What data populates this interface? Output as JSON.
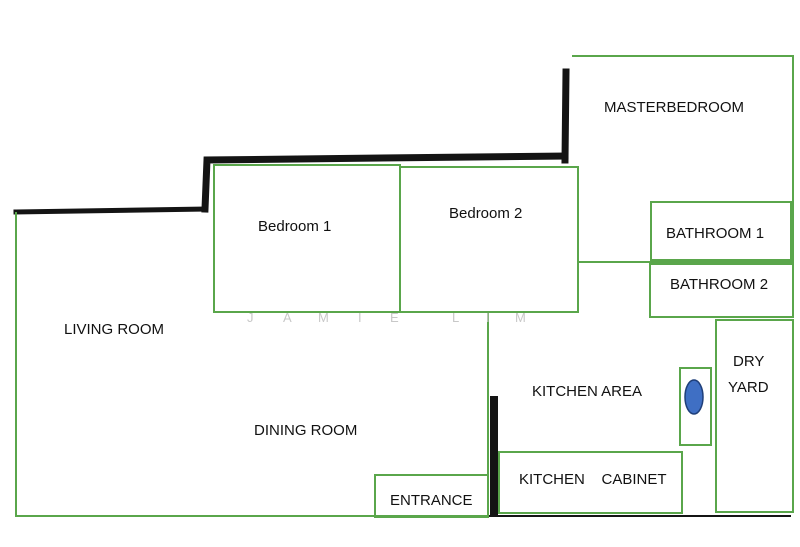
{
  "rooms": {
    "master_bedroom": "MASTERBEDROOM",
    "bedroom_1": "Bedroom 1",
    "bedroom_2": "Bedroom 2",
    "bathroom_1": "BATHROOM 1",
    "bathroom_2": "BATHROOM 2",
    "living_room": "LIVING ROOM",
    "dining_room": "DINING ROOM",
    "kitchen_area": "KITCHEN AREA",
    "kitchen_cabinet": "KITCHEN    CABINET",
    "dry_yard_line1": "DRY",
    "dry_yard_line2": "YARD",
    "entrance": "ENTRANCE"
  },
  "watermark": [
    "J",
    "A",
    "M",
    "I",
    "E",
    "L",
    "I",
    "M"
  ],
  "colors": {
    "wall": "#141414",
    "room_outline": "#5aa64b",
    "fixture_fill": "#3f6fc4",
    "fixture_stroke": "#1f3f7a",
    "watermark": "#c8c8c8"
  }
}
